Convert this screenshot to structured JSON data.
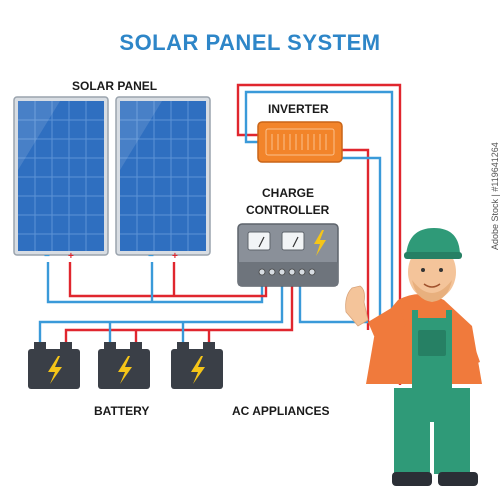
{
  "title": "SOLAR PANEL SYSTEM",
  "labels": {
    "solar_panel": "SOLAR PANEL",
    "inverter": "INVERTER",
    "charge_controller_line1": "CHARGE",
    "charge_controller_line2": "CONTROLLER",
    "battery": "BATTERY",
    "ac_appliances": "AC APPLIANCES"
  },
  "terminals": {
    "negative": "−",
    "positive": "+"
  },
  "watermark": "Adobe Stock | #119641264",
  "colors": {
    "title": "#2e86c8",
    "positive_wire": "#e0262e",
    "negative_wire": "#3a9ad9",
    "panel": "#2f6fc0",
    "inverter": "#f2842a",
    "controller": "#8a9099",
    "battery": "#3a3f47",
    "bolt": "#f5c518",
    "worker_shirt": "#f07a3c",
    "worker_overalls": "#2f9a78"
  },
  "icons": [
    "lightning-icon",
    "gauge-icon"
  ]
}
